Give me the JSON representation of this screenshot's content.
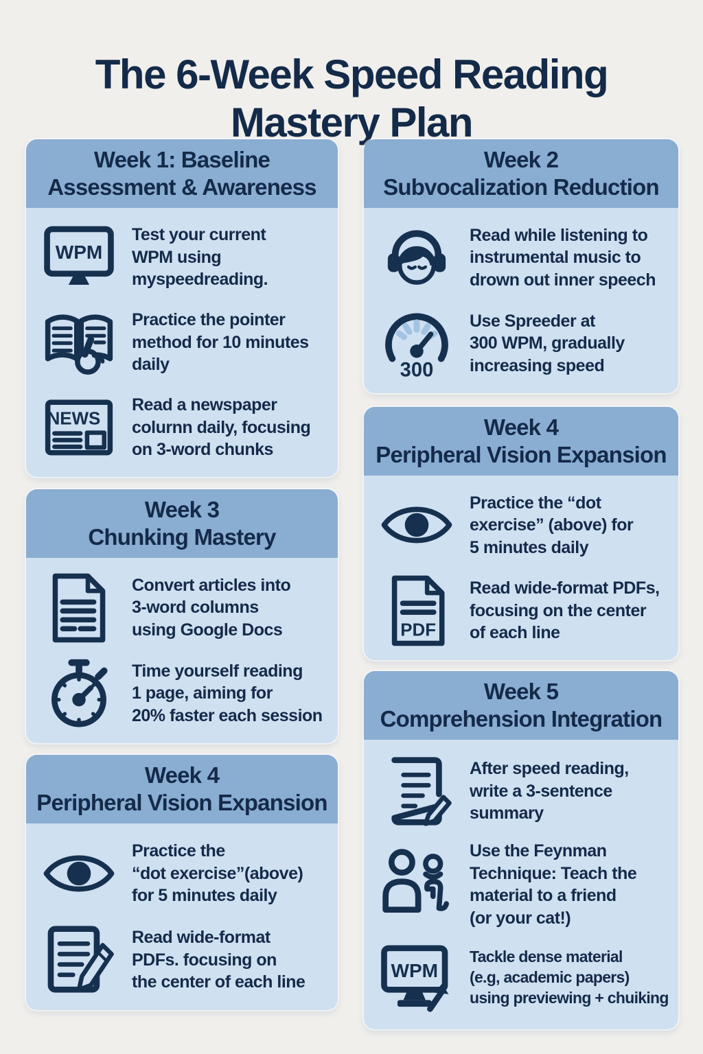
{
  "title": "The 6-Week Speed Reading\nMastery Plan",
  "palette": {
    "background": "#f0efec",
    "card_header_blue": "#8aadd2",
    "card_body_blue": "#cfe0f1",
    "text_navy": "#142a49",
    "icon_accent_light_blue": "#a3c3e2"
  },
  "columns": {
    "left": {
      "cards": [
        {
          "header": "Week 1: Baseline\nAssessment & Awareness",
          "items": [
            {
              "icon": "wpm-monitor-icon",
              "icon_label": "WPM",
              "text": "Test your current\nWPM using\nmyspeedreading."
            },
            {
              "icon": "book-pointer-icon",
              "text": "Practice the pointer\nmethod for 10 minutes\ndaily"
            },
            {
              "icon": "newspaper-icon",
              "icon_label": "NEWS",
              "text": "Read a newspaper\ncolurnn daily, focusing\non 3-word chunks"
            }
          ]
        },
        {
          "header": "Week 3\nChunking Mastery",
          "items": [
            {
              "icon": "document-icon",
              "text": "Convert articles into\n3-word columns\nusing Google Docs"
            },
            {
              "icon": "stopwatch-icon",
              "text": "Time yourself reading\n1 page, aiming for\n20% faster each session"
            }
          ]
        },
        {
          "header": "Week 4\nPeripheral Vision Expansion",
          "items": [
            {
              "icon": "eye-icon",
              "text": "Practice the\n“dot exercise”(above)\nfor 5 minutes daily"
            },
            {
              "icon": "document-pencil-icon",
              "text": "Read wide-format\nPDFs. focusing on\nthe center of each line"
            }
          ]
        }
      ]
    },
    "right": {
      "cards": [
        {
          "header": "Week 2\nSubvocalization Reduction",
          "items": [
            {
              "icon": "headphones-person-icon",
              "text": "Read while listening to\ninstrumental music to\ndrown out inner speech"
            },
            {
              "icon": "speedometer-icon",
              "icon_label": "300",
              "text": "Use Spreeder at\n300 WPM, gradually\nincreasing speed"
            }
          ]
        },
        {
          "header": "Week 4\nPeripheral Vision Expansion",
          "items": [
            {
              "icon": "eye-icon",
              "text": "Practice the “dot\nexercise” (above) for\n5 minutes daily"
            },
            {
              "icon": "pdf-document-icon",
              "icon_label": "PDF",
              "text": "Read wide-format PDFs,\nfocusing on the center\nof each line"
            }
          ]
        },
        {
          "header": "Week 5\nComprehension Integration",
          "items": [
            {
              "icon": "summary-note-icon",
              "text": "After speed reading,\nwrite a 3-sentence\nsummary"
            },
            {
              "icon": "teach-people-icon",
              "text": "Use the Feynman\nTechnique: Teach the\nmaterial to a friend\n(or your cat!)"
            },
            {
              "icon": "wpm-increase-icon",
              "icon_label": "WPM",
              "text": "Tackle dense material\n(e.g, academic papers)\nusing previewing + chuiking"
            }
          ]
        }
      ]
    }
  }
}
